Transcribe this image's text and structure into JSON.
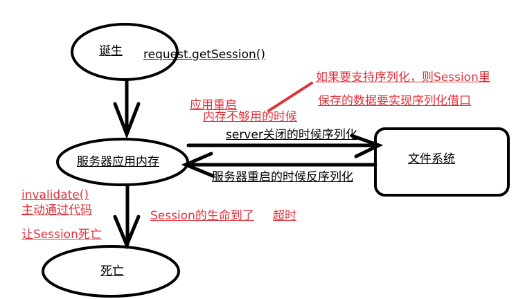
{
  "nodes": {
    "birth": "诞生",
    "server_memory": "服务器应用内存",
    "file_system": "文件系统",
    "death": "死亡"
  },
  "edges": {
    "get_session": "request.getSession()",
    "serialize_on_close": "server关闭的时候序列化",
    "deserialize_on_restart": "服务器重启的时候反序列化"
  },
  "notes": {
    "app_restart": "应用重启",
    "memory_low": "内存不够用的时候",
    "serializable_line1": "如果要支持序列化，则Session里",
    "serializable_line2": "保存的数据要实现序列化借口",
    "invalidate": "invalidate()",
    "active_code": "主动通过代码",
    "kill_session": "让Session死亡",
    "lifetime_over": "Session的生命到了",
    "timeout": "超时"
  },
  "colors": {
    "ink": "#000000",
    "annotation": "#e0323a",
    "background": "#ffffff"
  }
}
